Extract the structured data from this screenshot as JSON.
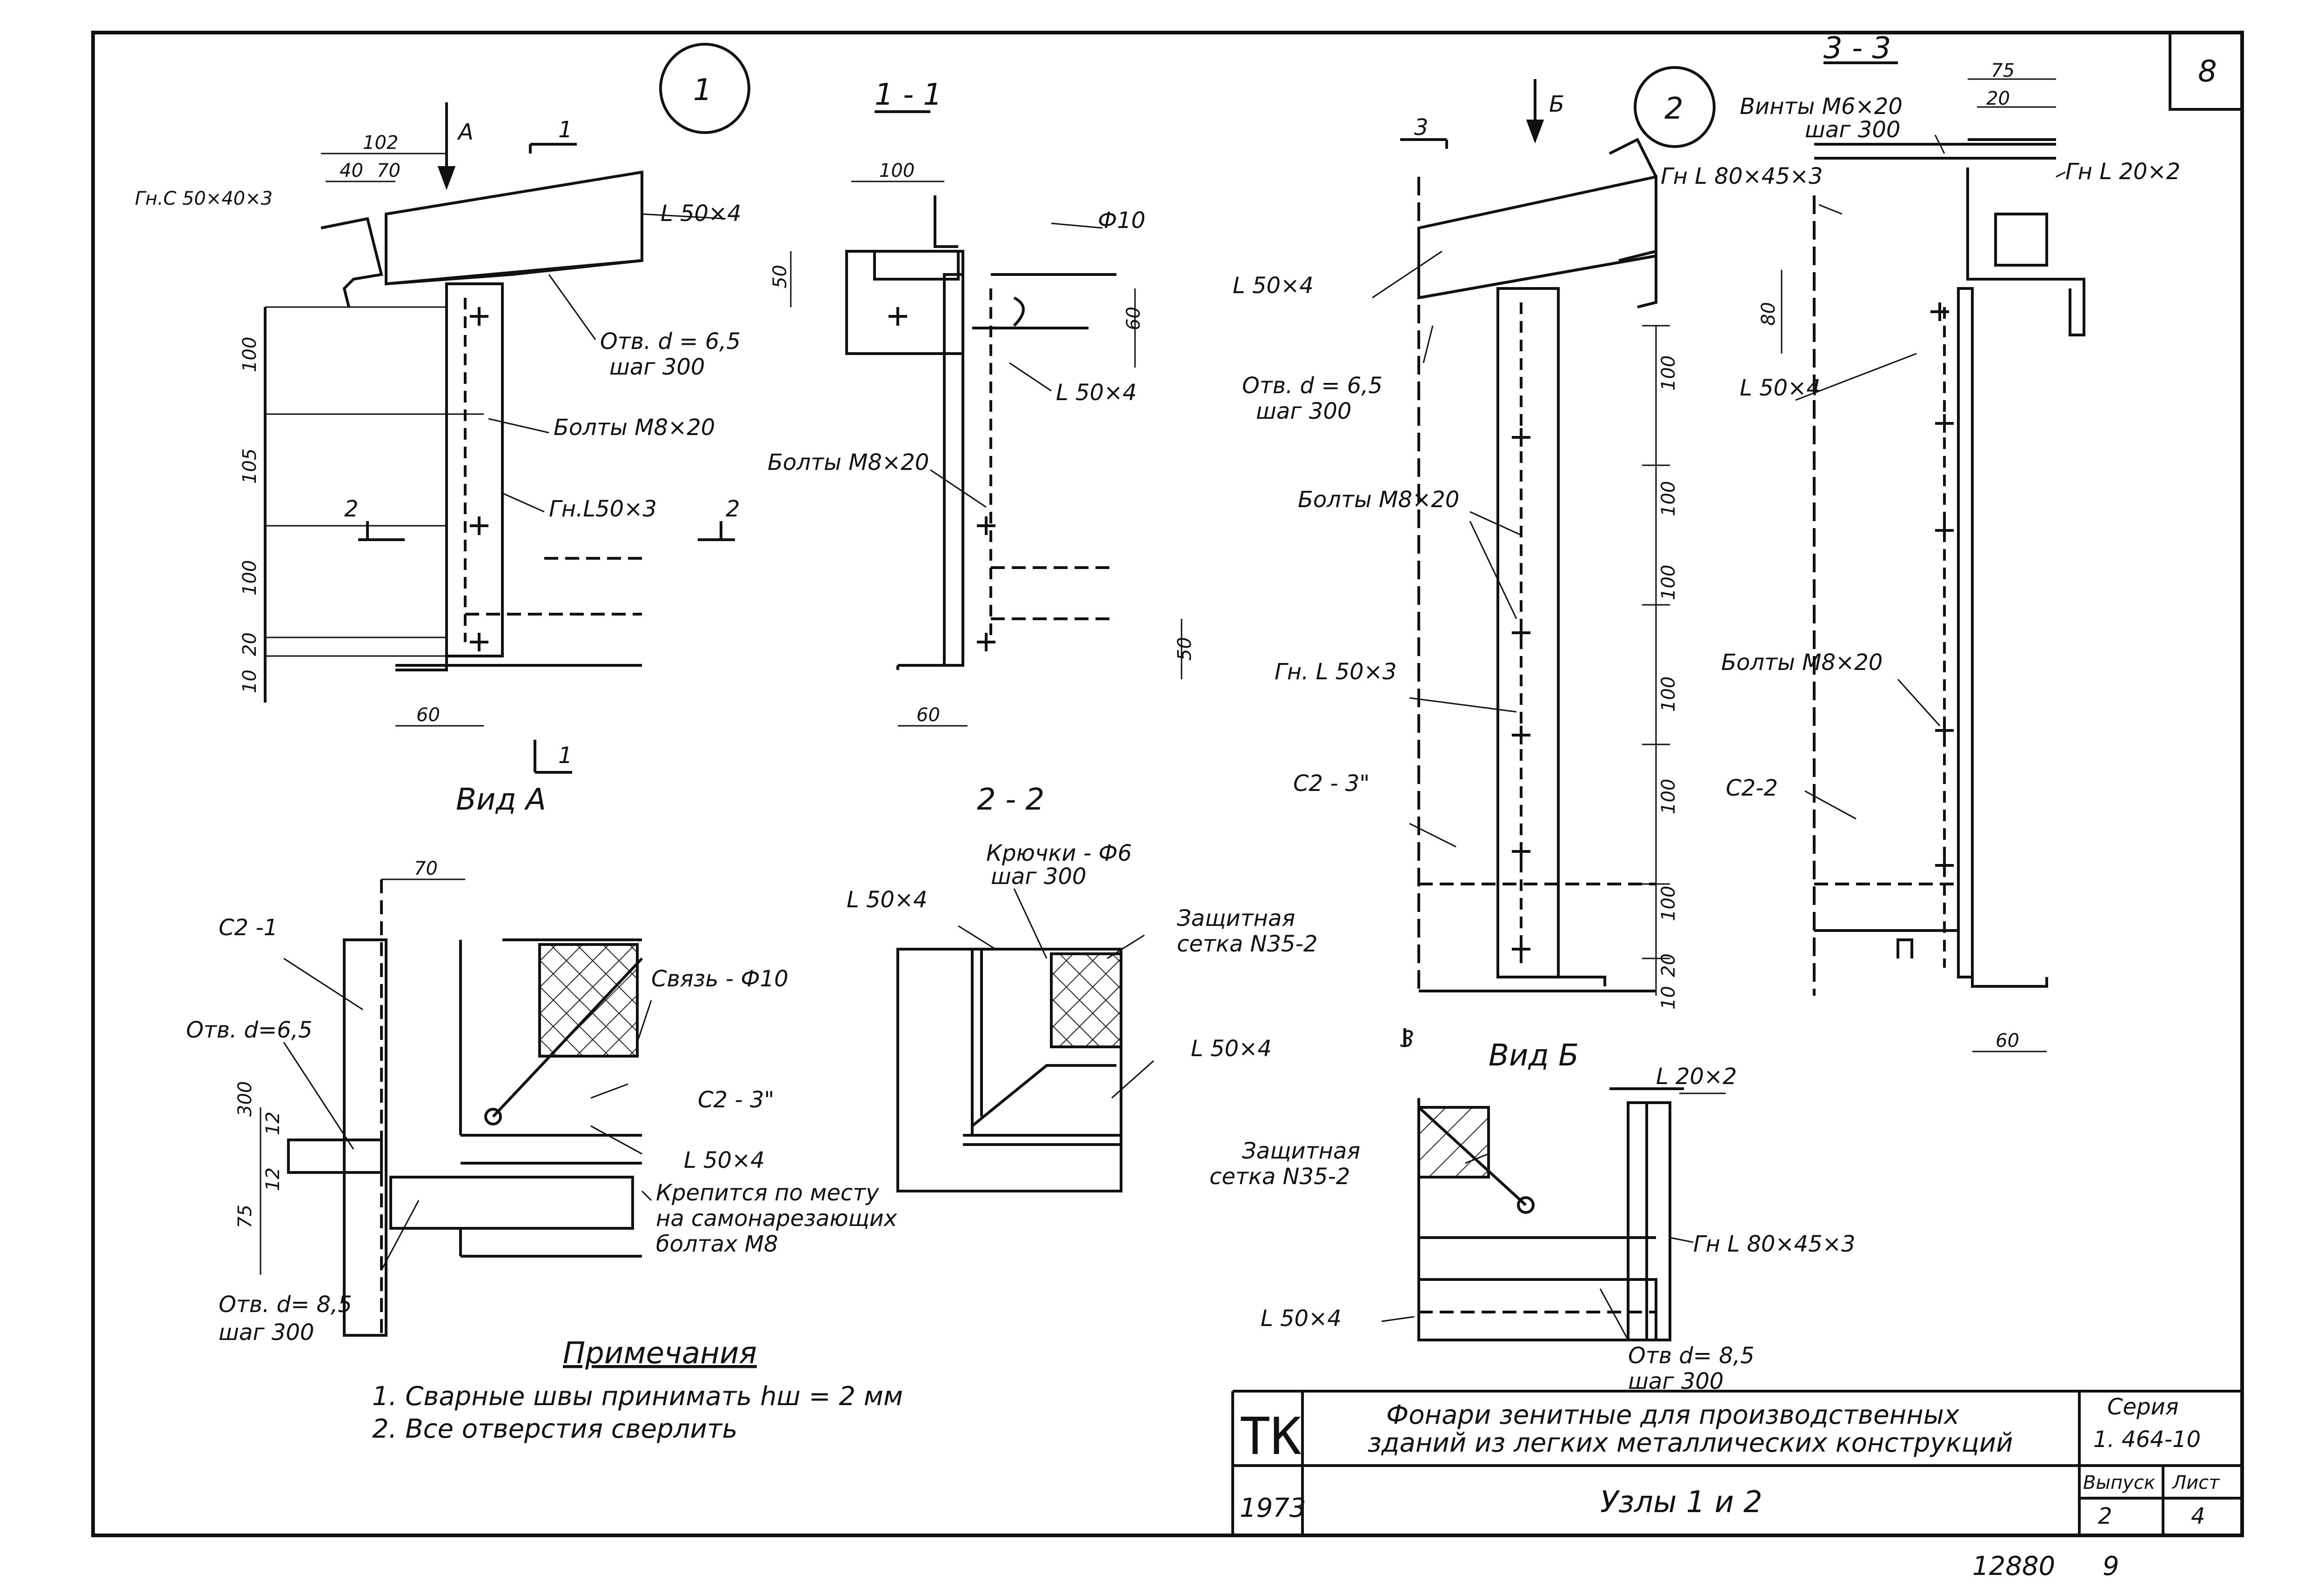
{
  "sheet": {
    "sheet_number": "8",
    "bottom_number": "12880",
    "bottom_suffix": "9"
  },
  "node1": {
    "node_label": "1",
    "dims": [
      "102",
      "40",
      "70",
      "100",
      "105",
      "100",
      "20",
      "10",
      "60"
    ],
    "view_arrow_A": "А",
    "section_1": "1",
    "section_2": "2",
    "callouts": {
      "gn_c": "Гн.С 50×40×3",
      "angle_50x4": "L 50×4",
      "hole": "Отв. d = 6,5",
      "hole_step": "шаг 300",
      "bolts": "Болты М8×20",
      "gn_angle": "Гн.L50×3"
    }
  },
  "section_1_1": {
    "title": "1 - 1",
    "dims": [
      "100",
      "50",
      "60",
      "50",
      "60"
    ],
    "callouts": {
      "rod": "Ф10",
      "angle": "L 50×4",
      "bolts": "Болты М8×20"
    }
  },
  "view_A": {
    "title": "Вид А",
    "dims": [
      "70",
      "300",
      "12",
      "12",
      "75"
    ],
    "callouts": {
      "c2_1": "С2 -1",
      "hole1": "Отв. d=6,5",
      "tie": "Связь - Ф10",
      "c2_3": "С2 - 3\"",
      "angle": "L 50×4",
      "fix_note": [
        "Крепится по месту",
        "на самонарезающих",
        "болтах  М8"
      ],
      "hole2": "Отв. d= 8,5",
      "hole2_step": "шаг 300"
    }
  },
  "section_2_2": {
    "title": "2 - 2",
    "callouts": {
      "angle_top": "L 50×4",
      "hooks": "Крючки - Ф6",
      "hooks_step": "шаг 300",
      "mesh": "Защитная",
      "mesh2": "сетка N35-2",
      "angle_right": "L 50×4"
    }
  },
  "node2": {
    "node_label": "2",
    "view_arrow_B": "Б",
    "section_3": "3",
    "dims": [
      "100",
      "100",
      "100",
      "100",
      "100",
      "100",
      "20",
      "10"
    ],
    "callouts": {
      "angle": "L 50×4",
      "hole": "Отв. d = 6,5",
      "hole_step": "шаг 300",
      "bolts": "Болты М8×20",
      "gn_angle": "Гн. L 50×3",
      "c2_3": "С2 - 3\""
    }
  },
  "section_3_3": {
    "title": "3 - 3",
    "dims": [
      "75",
      "20",
      "80",
      "60"
    ],
    "callouts": {
      "screws": "Винты М6×20",
      "screws_step": "шаг 300",
      "gn_80": "Гн L 80×45×3",
      "gn_20": "Гн L 20×2",
      "angle": "L 50×4",
      "bolts": "Болты М8×20",
      "c2_2": "С2-2"
    }
  },
  "view_B": {
    "title": "Вид Б",
    "callouts": {
      "angle20": "L 20×2",
      "mesh": "Защитная",
      "mesh2": "сетка N35-2",
      "gn_80": "Гн L 80×45×3",
      "angle50": "L 50×4",
      "hole": "Отв d= 8,5",
      "hole_step": "шаг 300"
    }
  },
  "notes": {
    "title": "Примечания",
    "items": [
      "1. Сварные швы принимать hш = 2 мм",
      "2. Все отверстия сверлить"
    ]
  },
  "title_block": {
    "org": "ТК",
    "year": "1973",
    "description_line1": "Фонари зенитные для производственных",
    "description_line2": "зданий из легких металлических конструкций",
    "drawing_title": "Узлы  1 и 2",
    "series_label": "Серия",
    "series_value": "1. 464-10",
    "issue_label": "Выпуск",
    "issue_value": "2",
    "sheet_label": "Лист",
    "sheet_value": "4"
  }
}
